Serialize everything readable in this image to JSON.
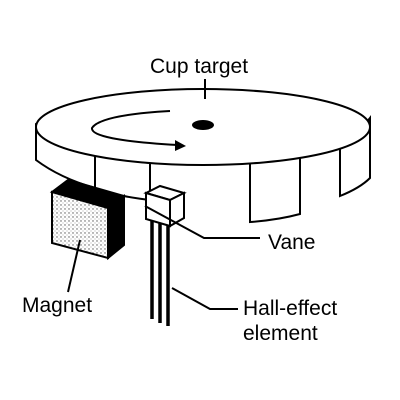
{
  "labels": {
    "cup_target": "Cup target",
    "vane": "Vane",
    "magnet": "Magnet",
    "hall_line1": "Hall-effect",
    "hall_line2": "element"
  },
  "colors": {
    "ink": "#000000",
    "background": "#ffffff",
    "magnet_face": "#d9d9d9"
  }
}
